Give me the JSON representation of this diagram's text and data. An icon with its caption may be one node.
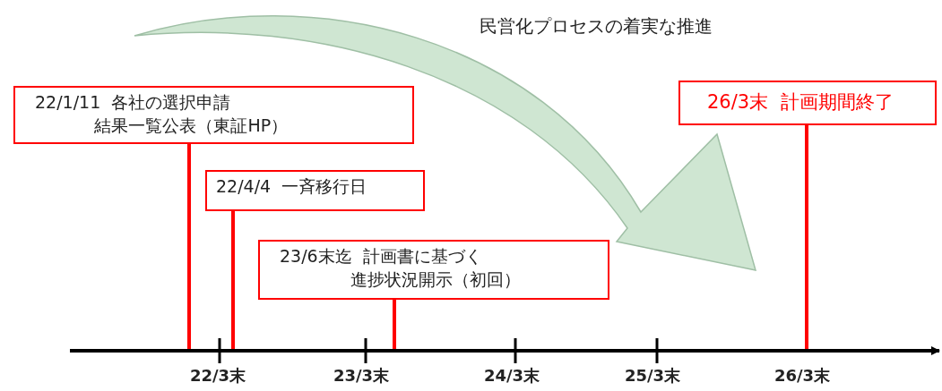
{
  "diagram": {
    "nodes": [
      {
        "text": [
          "22/1/11 各社の選択申請",
          "結果一覧公表（東証HP）"
        ]
      },
      {
        "text": [
          "22/4/4 一斉移行日"
        ]
      },
      {
        "text": [
          "23/6末迄 計画書に基づく",
          "進捗状況開示（初回）"
        ]
      },
      {
        "text": [
          "26/3末 計画期間終了"
        ]
      }
    ],
    "edges": [
      {
        "from": 0,
        "to": null,
        "arrow": "none"
      },
      {
        "from": 1,
        "to": null,
        "arrow": "none"
      },
      {
        "from": 2,
        "to": null,
        "arrow": "none"
      },
      {
        "from": 3,
        "to": null,
        "arrow": "none"
      }
    ],
    "labels": [
      "民営化プロセスの着実な推進",
      "22/3末",
      "23/3末",
      "24/3末",
      "25/3末",
      "26/3末"
    ]
  }
}
